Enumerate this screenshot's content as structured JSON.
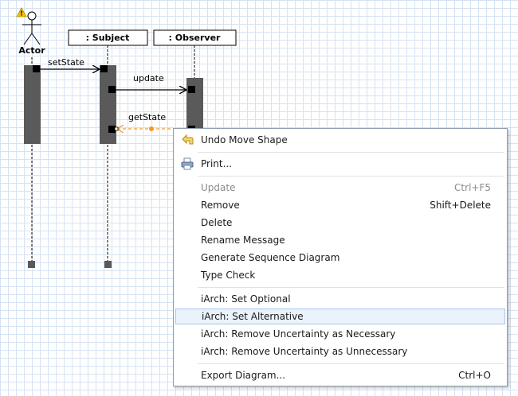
{
  "diagram": {
    "actor_label": "Actor",
    "lifelines": [
      {
        "name": ": Subject"
      },
      {
        "name": ": Observer"
      }
    ],
    "messages": [
      {
        "label": "setState"
      },
      {
        "label": "update"
      },
      {
        "label": "getState"
      }
    ]
  },
  "context_menu": {
    "items": [
      {
        "label": "Undo Move Shape",
        "icon": "undo-arrow-icon",
        "shortcut": "",
        "enabled": true
      },
      {
        "label": "Print...",
        "icon": "printer-icon",
        "shortcut": "",
        "enabled": true
      },
      {
        "label": "Update",
        "shortcut": "Ctrl+F5",
        "enabled": false
      },
      {
        "label": "Remove",
        "shortcut": "Shift+Delete",
        "enabled": true
      },
      {
        "label": "Delete",
        "shortcut": "",
        "enabled": true
      },
      {
        "label": "Rename Message",
        "shortcut": "",
        "enabled": true
      },
      {
        "label": "Generate Sequence Diagram",
        "shortcut": "",
        "enabled": true
      },
      {
        "label": "Type Check",
        "shortcut": "",
        "enabled": true
      },
      {
        "label": "iArch: Set Optional",
        "shortcut": "",
        "enabled": true
      },
      {
        "label": "iArch: Set Alternative",
        "shortcut": "",
        "enabled": true,
        "highlighted": true
      },
      {
        "label": "iArch: Remove Uncertainty as Necessary",
        "shortcut": "",
        "enabled": true
      },
      {
        "label": "iArch: Remove Uncertainty as Unnecessary",
        "shortcut": "",
        "enabled": true
      },
      {
        "label": "Export Diagram...",
        "shortcut": "Ctrl+O",
        "enabled": true
      }
    ]
  },
  "colors": {
    "activation": "#5a5a5a",
    "selection_orange": "#f39a2b",
    "warning_yellow": "#f4c400",
    "menu_highlight": "#eaf2fc",
    "disabled_text": "#8c8c8c"
  }
}
